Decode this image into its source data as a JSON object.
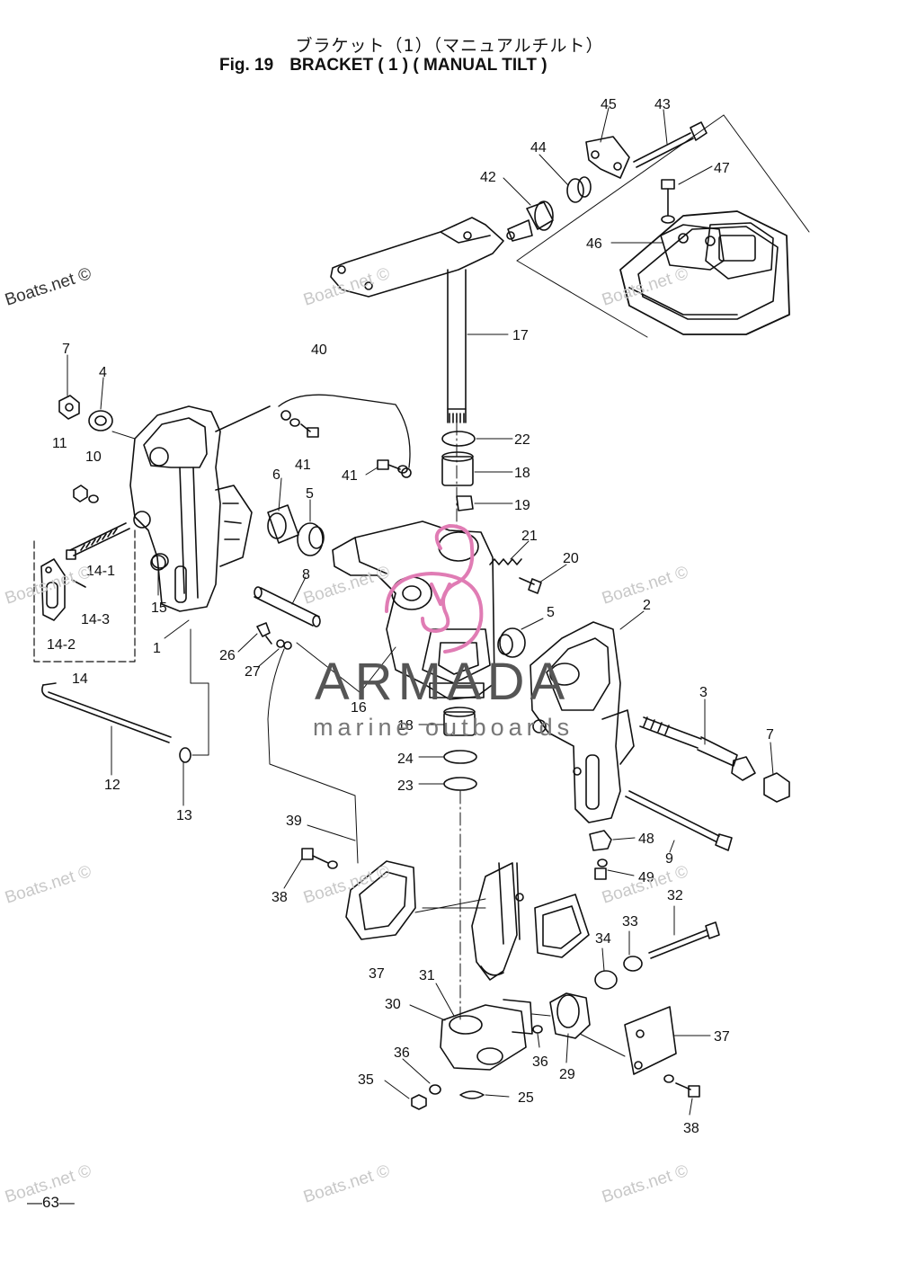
{
  "header": {
    "title_jp": "ブラケット（1）（マニュアルチルト）",
    "fig": "Fig. 19",
    "title_en": "BRACKET ( 1 ) ( MANUAL TILT )"
  },
  "watermarks": {
    "boats": "Boats.net ©",
    "brand": "ARMADA",
    "brand_sub": "marine outboards"
  },
  "page_number": "—63—",
  "part_labels": [
    {
      "id": "45",
      "text": "45"
    },
    {
      "id": "43",
      "text": "43"
    },
    {
      "id": "44",
      "text": "44"
    },
    {
      "id": "47",
      "text": "47"
    },
    {
      "id": "42",
      "text": "42"
    },
    {
      "id": "46",
      "text": "46"
    },
    {
      "id": "17",
      "text": "17"
    },
    {
      "id": "40",
      "text": "40"
    },
    {
      "id": "7a",
      "text": "7"
    },
    {
      "id": "4",
      "text": "4"
    },
    {
      "id": "22",
      "text": "22"
    },
    {
      "id": "11",
      "text": "11"
    },
    {
      "id": "10",
      "text": "10"
    },
    {
      "id": "41a",
      "text": "41"
    },
    {
      "id": "18a",
      "text": "18"
    },
    {
      "id": "6",
      "text": "6"
    },
    {
      "id": "41b",
      "text": "41"
    },
    {
      "id": "5a",
      "text": "5"
    },
    {
      "id": "19",
      "text": "19"
    },
    {
      "id": "21",
      "text": "21"
    },
    {
      "id": "14-1",
      "text": "14-1"
    },
    {
      "id": "20",
      "text": "20"
    },
    {
      "id": "8",
      "text": "8"
    },
    {
      "id": "15",
      "text": "15"
    },
    {
      "id": "14-3",
      "text": "14-3"
    },
    {
      "id": "5b",
      "text": "5"
    },
    {
      "id": "2",
      "text": "2"
    },
    {
      "id": "14-2",
      "text": "14-2"
    },
    {
      "id": "1",
      "text": "1"
    },
    {
      "id": "26",
      "text": "26"
    },
    {
      "id": "27",
      "text": "27"
    },
    {
      "id": "14",
      "text": "14"
    },
    {
      "id": "16",
      "text": "16"
    },
    {
      "id": "3",
      "text": "3"
    },
    {
      "id": "18b",
      "text": "18"
    },
    {
      "id": "7b",
      "text": "7"
    },
    {
      "id": "24",
      "text": "24"
    },
    {
      "id": "12",
      "text": "12"
    },
    {
      "id": "23",
      "text": "23"
    },
    {
      "id": "13",
      "text": "13"
    },
    {
      "id": "39",
      "text": "39"
    },
    {
      "id": "48",
      "text": "48"
    },
    {
      "id": "9",
      "text": "9"
    },
    {
      "id": "49",
      "text": "49"
    },
    {
      "id": "38a",
      "text": "38"
    },
    {
      "id": "32",
      "text": "32"
    },
    {
      "id": "33",
      "text": "33"
    },
    {
      "id": "34",
      "text": "34"
    },
    {
      "id": "37a",
      "text": "37"
    },
    {
      "id": "31",
      "text": "31"
    },
    {
      "id": "30",
      "text": "30"
    },
    {
      "id": "37b",
      "text": "37"
    },
    {
      "id": "36a",
      "text": "36"
    },
    {
      "id": "36b",
      "text": "36"
    },
    {
      "id": "29",
      "text": "29"
    },
    {
      "id": "35",
      "text": "35"
    },
    {
      "id": "25",
      "text": "25"
    },
    {
      "id": "38b",
      "text": "38"
    }
  ],
  "colors": {
    "line": "#111111",
    "watermark": "#c8c8c8",
    "brand_pink": "#e07cb4"
  }
}
